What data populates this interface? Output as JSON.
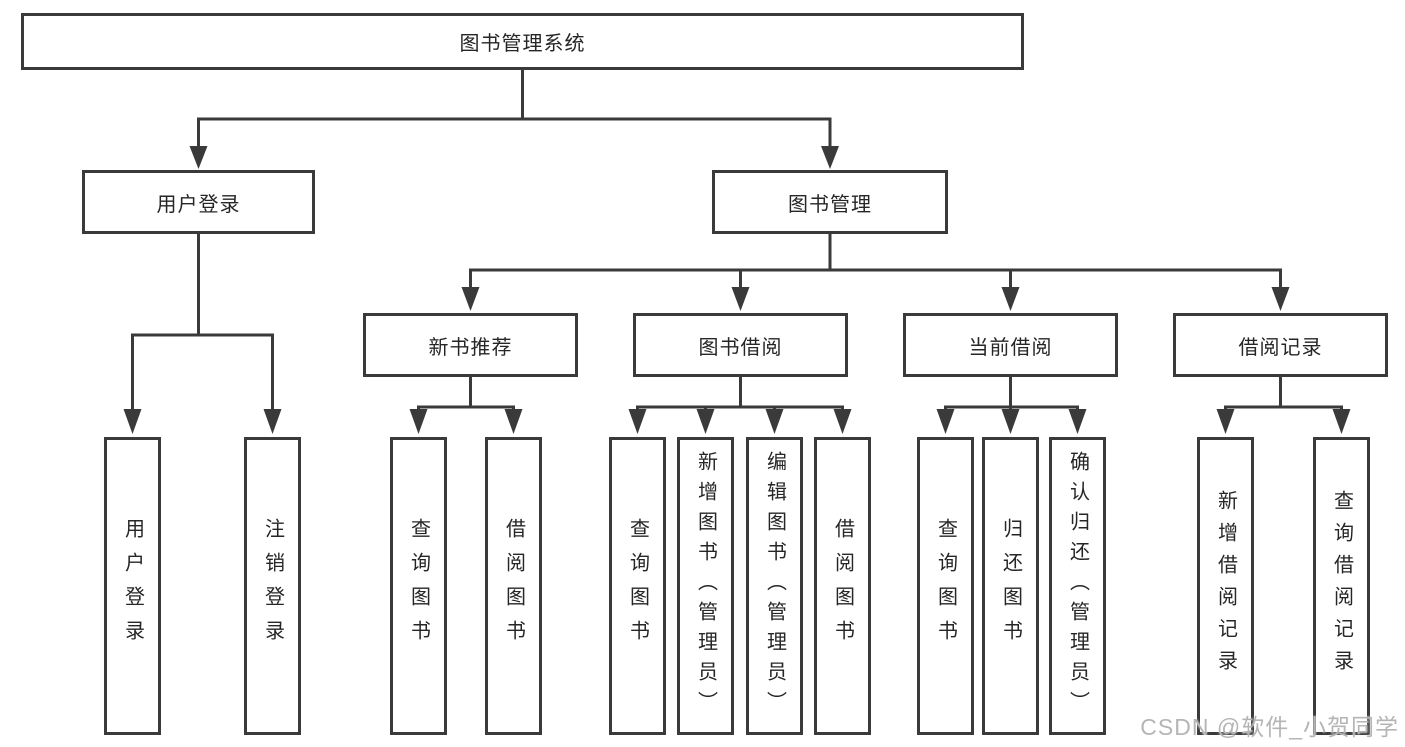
{
  "tree": {
    "root": {
      "label": "图书管理系统"
    },
    "branches": [
      {
        "label": "用户登录",
        "children": [
          "用户登录",
          "注销登录"
        ]
      },
      {
        "label": "图书管理",
        "children": [
          {
            "label": "新书推荐",
            "children": [
              "查询图书",
              "借阅图书"
            ]
          },
          {
            "label": "图书借阅",
            "children": [
              "查询图书",
              "新增图书（管理员）",
              "编辑图书（管理员）",
              "借阅图书"
            ]
          },
          {
            "label": "当前借阅",
            "children": [
              "查询图书",
              "归还图书",
              "确认归还（管理员）"
            ]
          },
          {
            "label": "借阅记录",
            "children": [
              "新增借阅记录",
              "查询借阅记录"
            ]
          }
        ]
      }
    ]
  },
  "watermark": "CSDN @软件_小贺同学",
  "colors": {
    "line": "#3a3a3a",
    "text": "#262626",
    "background": "#ffffff",
    "watermark": "#b5b5b5"
  }
}
